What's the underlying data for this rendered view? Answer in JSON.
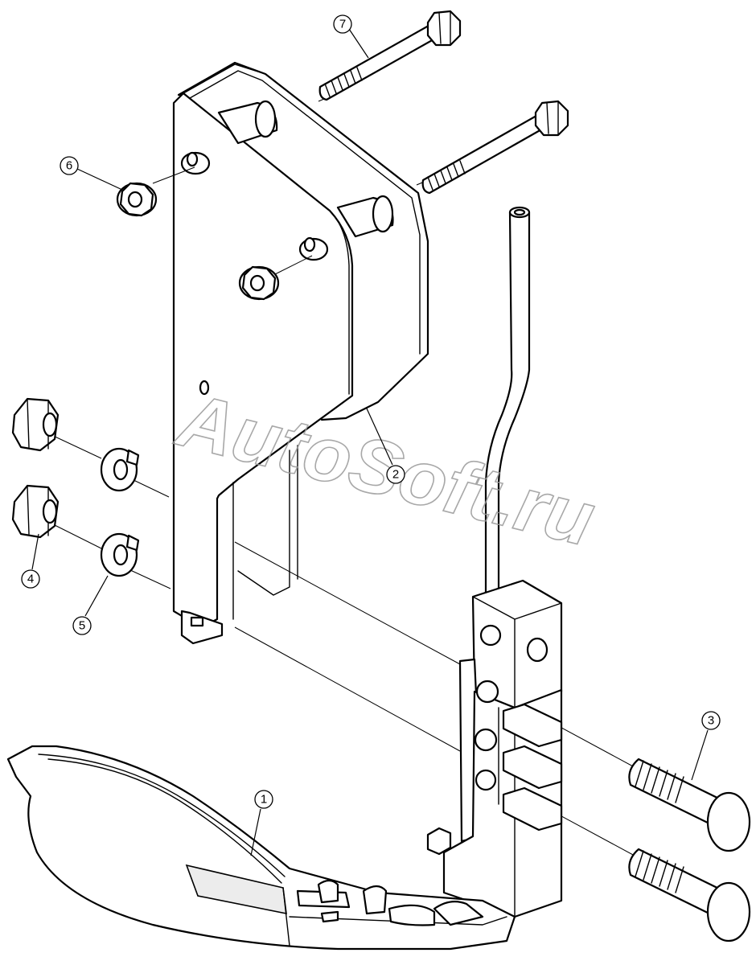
{
  "callouts": [
    {
      "id": "1",
      "label": "1"
    },
    {
      "id": "2",
      "label": "2"
    },
    {
      "id": "3",
      "label": "3"
    },
    {
      "id": "4",
      "label": "4"
    },
    {
      "id": "5",
      "label": "5"
    },
    {
      "id": "6",
      "label": "6"
    },
    {
      "id": "7",
      "label": "7"
    }
  ],
  "watermark": {
    "text": "AutoSoft.ru"
  },
  "colors": {
    "line": "#000000",
    "background": "#ffffff",
    "watermark": "#9a9a9a"
  }
}
